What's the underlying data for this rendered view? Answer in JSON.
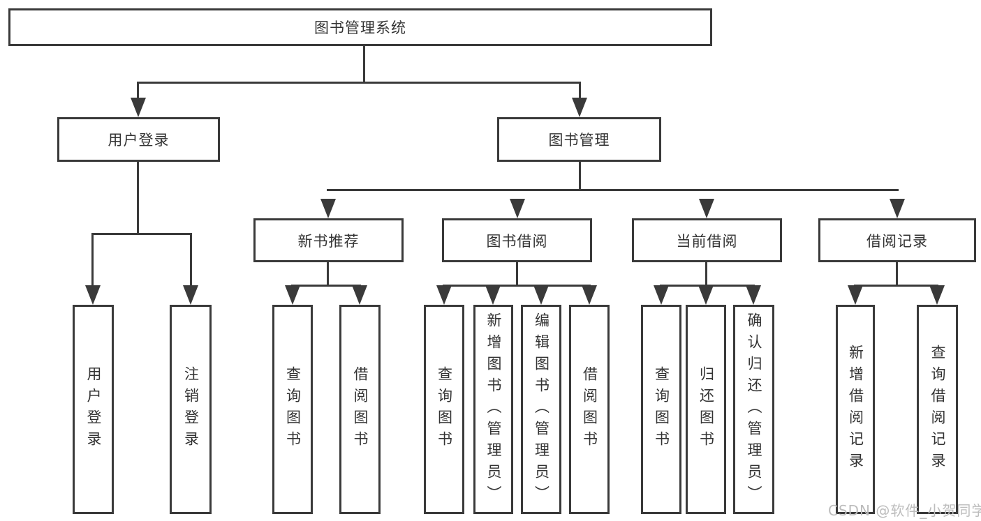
{
  "tree": {
    "label": "图书管理系统",
    "children": [
      {
        "label": "用户登录",
        "children": [
          {
            "label": "用户登录"
          },
          {
            "label": "注销登录"
          }
        ]
      },
      {
        "label": "图书管理",
        "children": [
          {
            "label": "新书推荐",
            "children": [
              {
                "label": "查询图书"
              },
              {
                "label": "借阅图书"
              }
            ]
          },
          {
            "label": "图书借阅",
            "children": [
              {
                "label": "查询图书"
              },
              {
                "label": "新增图书（管理员）"
              },
              {
                "label": "编辑图书（管理员）"
              },
              {
                "label": "借阅图书"
              }
            ]
          },
          {
            "label": "当前借阅",
            "children": [
              {
                "label": "查询图书"
              },
              {
                "label": "归还图书"
              },
              {
                "label": "确认归还（管理员）"
              }
            ]
          },
          {
            "label": "借阅记录",
            "children": [
              {
                "label": "新增借阅记录"
              },
              {
                "label": "查询借阅记录"
              }
            ]
          }
        ]
      }
    ]
  },
  "watermark": {
    "text": "CSDN @软件_小贺同学"
  },
  "colors": {
    "line": "#3a3a3a",
    "text": "#333333",
    "background": "#ffffff",
    "watermark": "#bcbcbc"
  }
}
